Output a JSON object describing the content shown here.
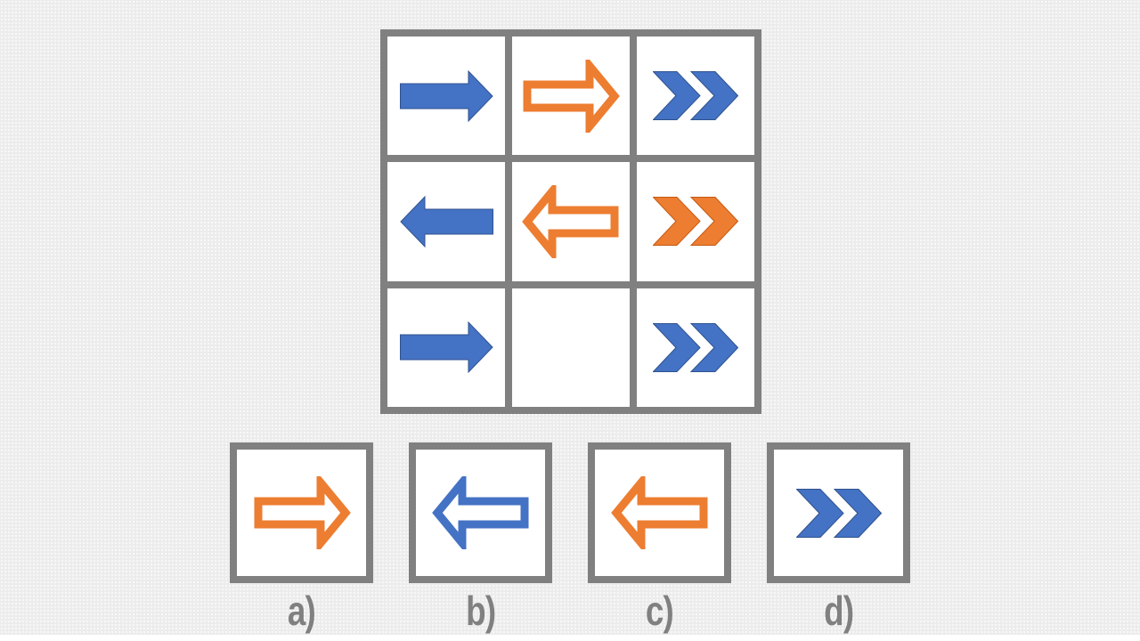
{
  "colors": {
    "blue": "#4472C4",
    "blue_edge": "#2F528F",
    "orange": "#ED7D31",
    "orange_edge": "#C55A11",
    "frame": "#808080",
    "label": "#808080",
    "cell_bg": "#FFFFFF",
    "page_bg": "#ECECEC",
    "bottom_strip": "#FFFFFF"
  },
  "puzzle_grid": {
    "rows": 3,
    "cols": 3,
    "cells": [
      {
        "id": "r1c1",
        "shape": "arrow-solid",
        "direction": "right",
        "color": "blue"
      },
      {
        "id": "r1c2",
        "shape": "arrow-outline",
        "direction": "right",
        "color": "orange"
      },
      {
        "id": "r1c3",
        "shape": "double-chevron",
        "direction": "right",
        "color": "blue"
      },
      {
        "id": "r2c1",
        "shape": "arrow-solid",
        "direction": "left",
        "color": "blue"
      },
      {
        "id": "r2c2",
        "shape": "arrow-outline",
        "direction": "left",
        "color": "orange"
      },
      {
        "id": "r2c3",
        "shape": "double-chevron",
        "direction": "right",
        "color": "orange"
      },
      {
        "id": "r3c1",
        "shape": "arrow-solid",
        "direction": "right",
        "color": "blue"
      },
      {
        "id": "r3c2",
        "shape": "empty",
        "direction": null,
        "color": null
      },
      {
        "id": "r3c3",
        "shape": "double-chevron",
        "direction": "right",
        "color": "blue"
      }
    ]
  },
  "options": [
    {
      "label": "a)",
      "shape": "arrow-outline",
      "direction": "right",
      "color": "orange"
    },
    {
      "label": "b)",
      "shape": "arrow-outline",
      "direction": "left",
      "color": "blue"
    },
    {
      "label": "c)",
      "shape": "arrow-outline",
      "direction": "left",
      "color": "orange"
    },
    {
      "label": "d)",
      "shape": "double-chevron",
      "direction": "right",
      "color": "blue"
    }
  ]
}
